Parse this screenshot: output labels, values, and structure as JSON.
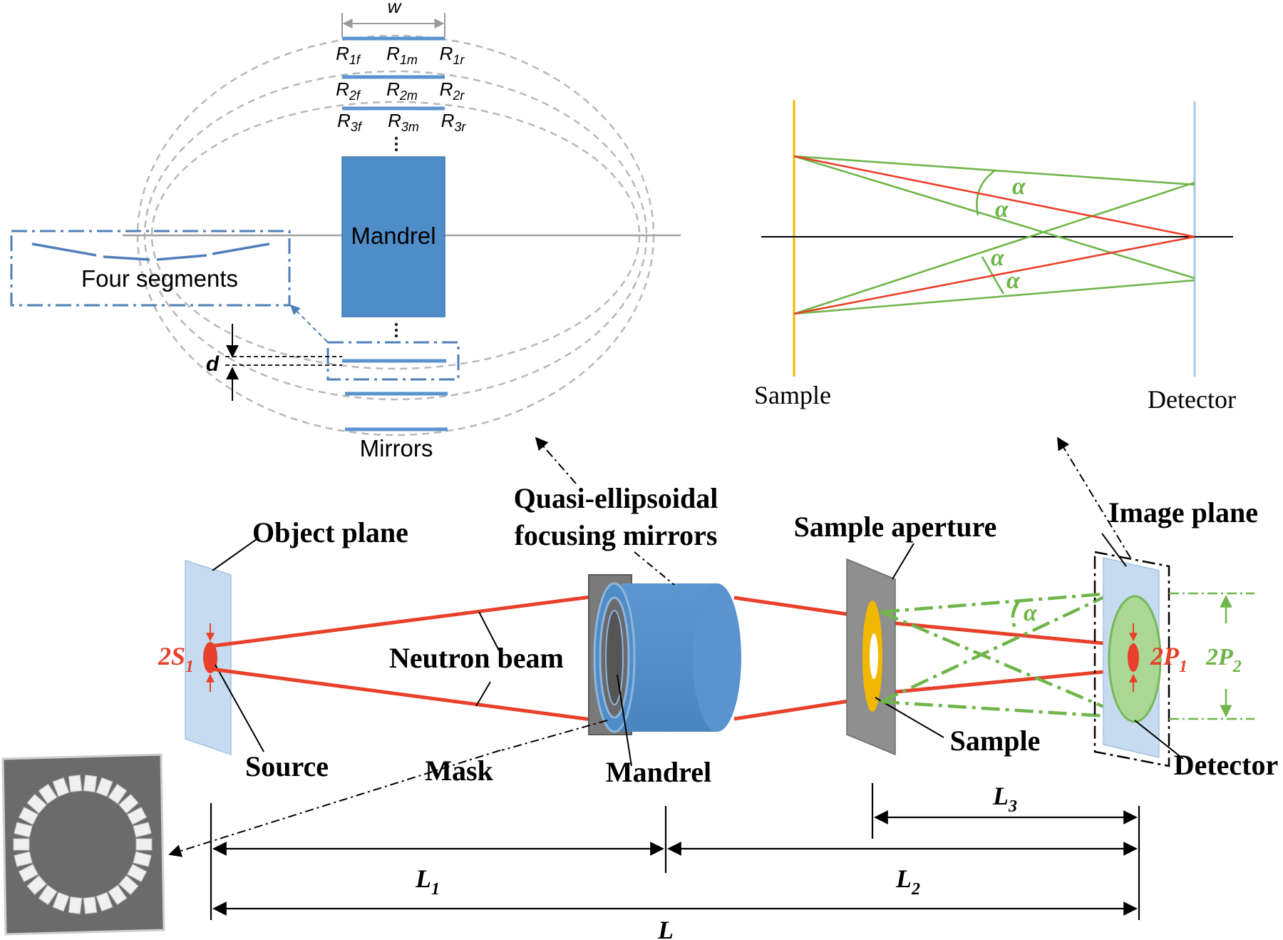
{
  "colors": {
    "beam": "#e8402a",
    "blue": "#5b93cf",
    "mandrel": "#4f8dc9",
    "green": "#6fb54a",
    "gray_dash": "#b8b8b8",
    "sample_line": "#f2b800",
    "detector_line": "#a9c5e6"
  },
  "inset_left": {
    "w_label": "w",
    "mirror_labels": [
      {
        "f": "R",
        "fs": "1f",
        "m": "R",
        "ms": "1m",
        "r": "R",
        "rs": "1r"
      },
      {
        "f": "R",
        "fs": "2f",
        "m": "R",
        "ms": "2m",
        "r": "R",
        "rs": "2r"
      },
      {
        "f": "R",
        "fs": "3f",
        "m": "R",
        "ms": "3m",
        "r": "R",
        "rs": "3r"
      }
    ],
    "mandrel_label": "Mandrel",
    "four_segments_label": "Four segments",
    "d_label": "d",
    "mirrors_label": "Mirrors"
  },
  "inset_right": {
    "alpha": "α",
    "sample_label": "Sample",
    "detector_label": "Detector"
  },
  "main": {
    "object_plane": "Object plane",
    "quasi_line1": "Quasi-ellipsoidal",
    "quasi_line2": "focusing mirrors",
    "sample_aperture": "Sample aperture",
    "image_plane": "Image plane",
    "s1_main": "2S",
    "s1_sub": "1",
    "neutron_beam": "Neutron beam",
    "source": "Source",
    "mask": "Mask",
    "mandrel": "Mandrel",
    "sample": "Sample",
    "detector": "Detector",
    "p1_main": "2P",
    "p1_sub": "1",
    "p2_main": "2P",
    "p2_sub": "2",
    "alpha": "α",
    "L1_main": "L",
    "L1_sub": "1",
    "L2_main": "L",
    "L2_sub": "2",
    "L3_main": "L",
    "L3_sub": "3",
    "L_main": "L"
  }
}
